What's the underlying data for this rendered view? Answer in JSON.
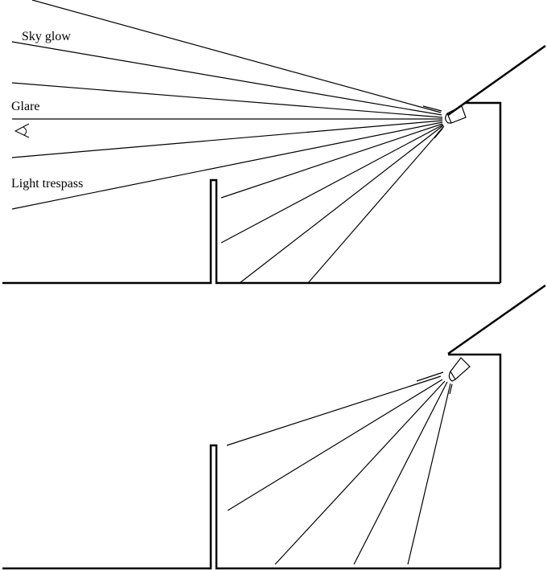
{
  "labels": {
    "sky_glow": "Sky glow",
    "glare": "Glare",
    "light_trespass": "Light trespass"
  },
  "colors": {
    "line": "#000000",
    "background": "#ffffff"
  },
  "icons": [
    "eye-icon",
    "lamp-icon"
  ]
}
